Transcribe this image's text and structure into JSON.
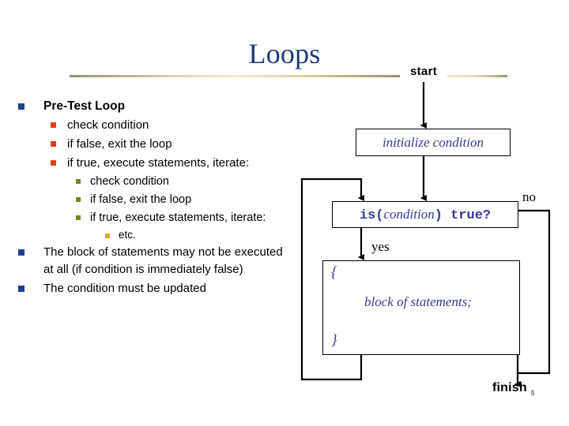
{
  "slide": {
    "title": "Loops",
    "number": "5",
    "title_color": "#1f3a7a",
    "accent_rule_color": "#e8dfae"
  },
  "content": {
    "bullets": [
      {
        "level": 1,
        "text": "Pre-Test Loop",
        "bullet_color": "#1d3f94",
        "style": "heading"
      },
      {
        "level": 2,
        "text": "check condition",
        "bullet_color": "#e8400f",
        "style": "normal"
      },
      {
        "level": 2,
        "text": "if false, exit the loop",
        "bullet_color": "#e8400f",
        "style": "normal"
      },
      {
        "level": 2,
        "text": "if true, execute statements, iterate:",
        "bullet_color": "#e8400f",
        "style": "normal"
      },
      {
        "level": 3,
        "text": "check condition",
        "bullet_color": "#6f8a1c",
        "style": "normal"
      },
      {
        "level": 3,
        "text": "if false, exit the loop",
        "bullet_color": "#6f8a1c",
        "style": "normal"
      },
      {
        "level": 3,
        "text": "if true, execute statements, iterate:",
        "bullet_color": "#6f8a1c",
        "style": "normal"
      },
      {
        "level": 4,
        "text": "etc.",
        "bullet_color": "#e8a317",
        "style": "normal"
      },
      {
        "level": 1,
        "text": "The block of statements may not be executed at all (if condition is immediately false)",
        "bullet_color": "#1d3f94",
        "style": "body"
      },
      {
        "level": 1,
        "text": "The condition must be updated",
        "bullet_color": "#1d3f94",
        "style": "body"
      }
    ]
  },
  "flowchart": {
    "start_label": "start",
    "finish_label": "finish",
    "yes_label": "yes",
    "no_label": "no",
    "box_text_color": "#383a96",
    "initialize_box": "initialize condition",
    "condition_box": {
      "prefix": "is(",
      "variable": "condition",
      "suffix": ") true?",
      "full": "is(condition) true?"
    },
    "block_box": {
      "open_brace": "{",
      "body": "block of statements;",
      "close_brace": "}"
    }
  }
}
